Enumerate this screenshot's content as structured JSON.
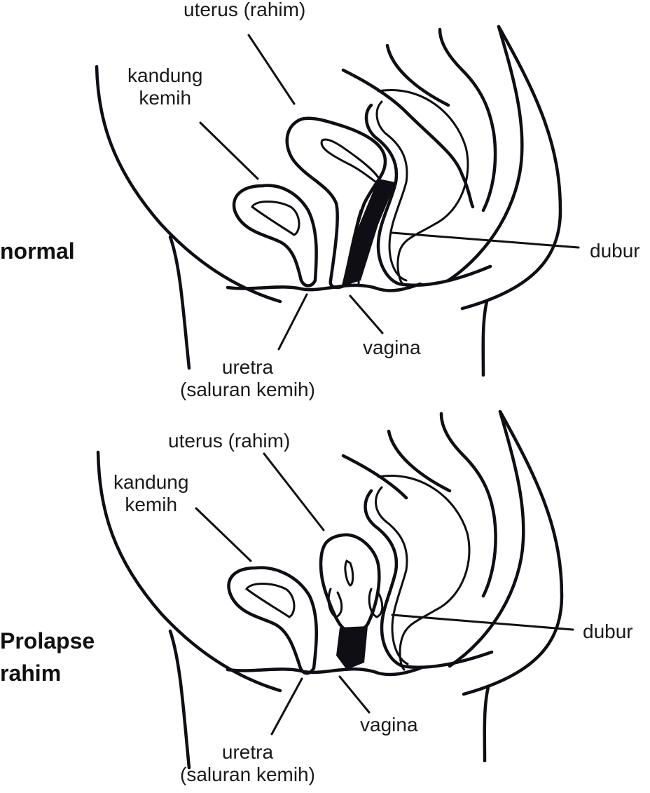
{
  "panels": [
    {
      "title_lines": [
        "normal"
      ],
      "labels": {
        "uterus": "uterus (rahim)",
        "bladder_line1": "kandung",
        "bladder_line2": "kemih",
        "rectum": "dubur",
        "vagina": "vagina",
        "urethra_line1": "uretra",
        "urethra_line2": "(saluran kemih)"
      }
    },
    {
      "title_lines": [
        "Prolapse",
        "rahim"
      ],
      "labels": {
        "uterus": "uterus (rahim)",
        "bladder_line1": "kandung",
        "bladder_line2": "kemih",
        "rectum": "dubur",
        "vagina": "vagina",
        "urethra_line1": "uretra",
        "urethra_line2": "(saluran kemih)"
      }
    }
  ],
  "colors": {
    "line": "#0e0e14",
    "text": "#1a1a1a",
    "background": "#ffffff"
  }
}
